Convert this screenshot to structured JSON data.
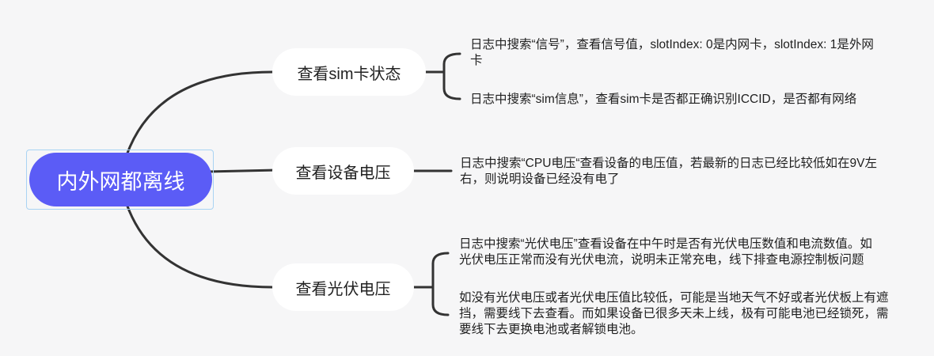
{
  "root": {
    "label": "内外网都离线"
  },
  "branches": [
    {
      "label": "查看sim卡状态",
      "leaves": [
        {
          "lines": [
            "日志中搜索“信号”，查看信号值，slotIndex: 0是内网卡，slotIndex: 1是外网",
            "卡"
          ]
        },
        {
          "lines": [
            "日志中搜索“sim信息”，查看sim卡是否都正确识别ICCID，是否都有网络"
          ]
        }
      ]
    },
    {
      "label": "查看设备电压",
      "leaves": [
        {
          "lines": [
            "日志中搜索“CPU电压“查看设备的电压值，若最新的日志已经比较低如在9V左",
            "右，则说明设备已经没有电了"
          ]
        }
      ]
    },
    {
      "label": "查看光伏电压",
      "leaves": [
        {
          "lines": [
            "日志中搜索“光伏电压”查看设备在中午时是否有光伏电压数值和电流数值。如",
            "光伏电压正常而没有光伏电流，说明未正常充电，线下排查电源控制板问题"
          ]
        },
        {
          "lines": [
            "如没有光伏电压或者光伏电压值比较低，可能是当地天气不好或者光伏板上有遮",
            "挡，需要线下去查看。而如果设备已很多天未上线，极有可能电池已经锁死，需",
            "要线下去更换电池或者解锁电池。"
          ]
        }
      ]
    }
  ],
  "colors": {
    "background": "#f6f6f7",
    "root_fill": "#5b5cf6",
    "root_text": "#ffffff",
    "branch_fill": "#ffffff",
    "connector": "#333333",
    "selection_outline": "#a9d3f3"
  }
}
